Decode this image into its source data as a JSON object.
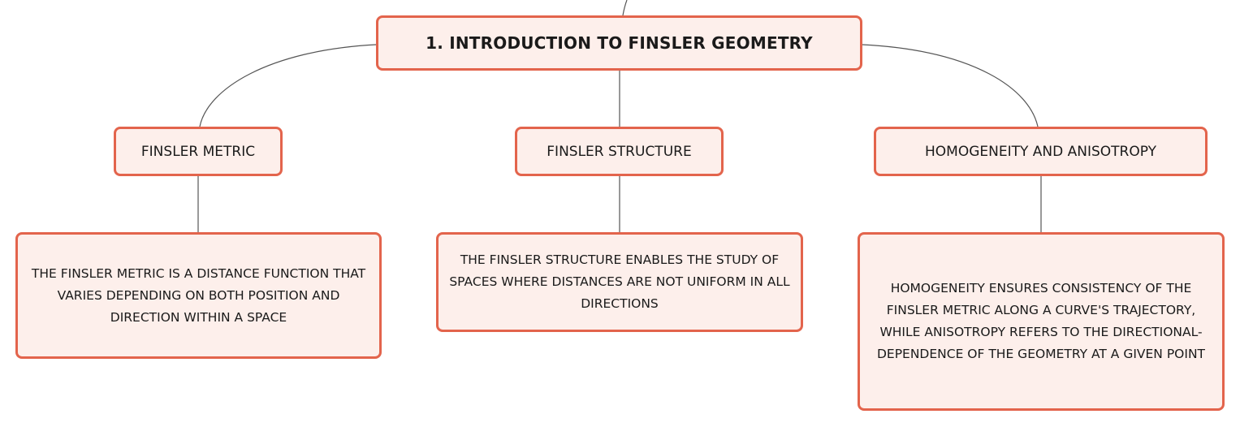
{
  "diagram": {
    "root": {
      "label": "1. INTRODUCTION TO FINSLER GEOMETRY"
    },
    "topics": [
      {
        "label": "FINSLER METRIC",
        "description": "THE FINSLER METRIC IS A DISTANCE FUNCTION THAT VARIES DEPENDING ON BOTH POSITION AND DIRECTION WITHIN A SPACE"
      },
      {
        "label": "FINSLER STRUCTURE",
        "description": "THE FINSLER STRUCTURE ENABLES THE STUDY OF SPACES WHERE DISTANCES ARE NOT UNIFORM IN ALL DIRECTIONS"
      },
      {
        "label": "HOMOGENEITY AND ANISOTROPY",
        "description": "HOMOGENEITY ENSURES CONSISTENCY OF THE FINSLER METRIC ALONG A CURVE'S TRAJECTORY, WHILE ANISOTROPY REFERS TO THE DIRECTIONAL-DEPENDENCE OF THE GEOMETRY AT A GIVEN POINT"
      }
    ],
    "colors": {
      "node_border": "#e3644c",
      "node_fill": "#fdefeb",
      "connector": "#555555",
      "text": "#1a1a1a"
    }
  }
}
